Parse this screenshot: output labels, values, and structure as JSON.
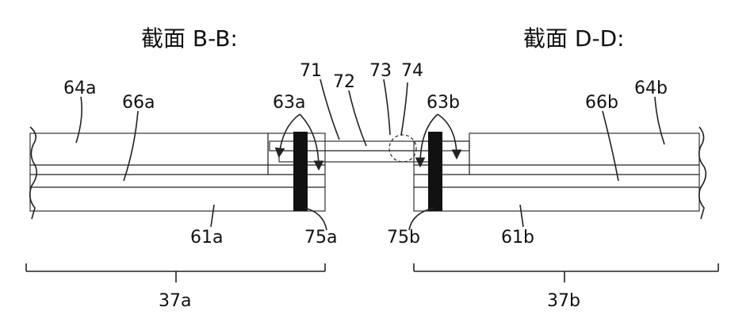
{
  "titles": {
    "left": "截面 B-B:",
    "right": "截面 D-D:"
  },
  "labels": {
    "l64a": "64a",
    "l66a": "66a",
    "l63a": "63a",
    "l71": "71",
    "l72": "72",
    "l73": "73",
    "l74": "74",
    "l63b": "63b",
    "l66b": "66b",
    "l64b": "64b",
    "l61a": "61a",
    "l75a": "75a",
    "l75b": "75b",
    "l61b": "61b",
    "l37a": "37a",
    "l37b": "37b"
  }
}
